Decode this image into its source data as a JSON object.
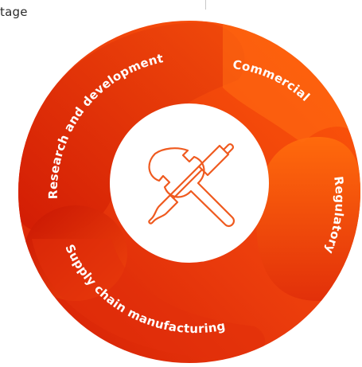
{
  "corner_text": "tage",
  "segments": {
    "research": "Research and development",
    "commercial": "Commercial",
    "regulatory": "Regulatory",
    "supply": "Supply chain manufacturing"
  },
  "center_icon": "wrench-screwdriver-icon",
  "colors": {
    "dark_red": "#d81e05",
    "mid_red": "#e8380d",
    "orange": "#ff5b0a",
    "icon_stroke": "#ef5a1f",
    "center_fill": "#ffffff"
  }
}
